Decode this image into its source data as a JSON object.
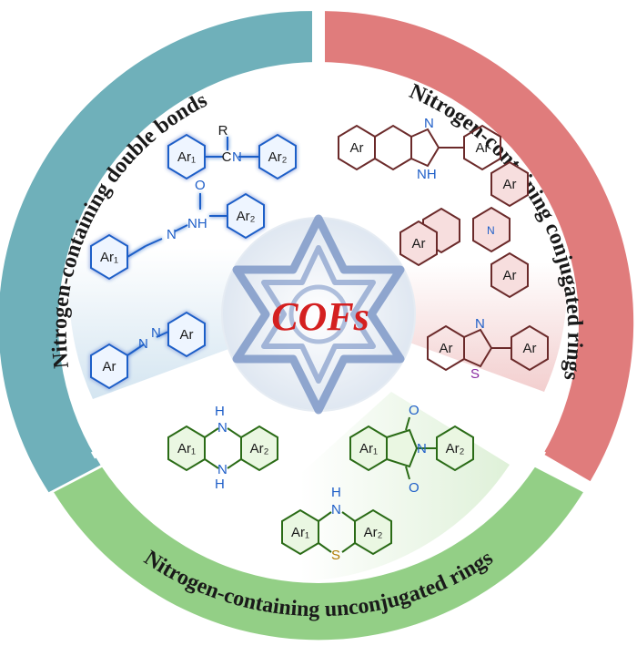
{
  "center": {
    "label": "COFs"
  },
  "sectors": [
    {
      "id": "double-bonds",
      "title": "Nitrogen-containing double bonds",
      "color": "#6fb0ba"
    },
    {
      "id": "conjugated-rings",
      "title": "Nitrogen-containing conjugated rings",
      "color": "#e07c7c"
    },
    {
      "id": "unconjugated-rings",
      "title": "Nitrogen-containing unconjugated rings",
      "color": "#93cf86"
    }
  ],
  "structures": {
    "imine": {
      "ar1": "Ar₁",
      "ar2": "Ar₂",
      "r": "R",
      "c": "C",
      "n": "N"
    },
    "hydrazone": {
      "ar1": "Ar₁",
      "ar2": "Ar₂",
      "o": "O",
      "n": "N",
      "nh": "NH"
    },
    "azo": {
      "ar": "Ar",
      "n1": "N",
      "n2": "N"
    },
    "imidazole": {
      "ar_left": "Ar",
      "ar_right": "Ar",
      "n": "N",
      "nh": "NH"
    },
    "triazine": {
      "ar_top": "Ar",
      "ar_left": "Ar",
      "ar_bottom": "Ar",
      "n": "N"
    },
    "thiazole": {
      "ar_left": "Ar",
      "ar_right": "Ar",
      "n": "N",
      "s": "S"
    },
    "phenazine": {
      "ar1": "Ar₁",
      "ar2": "Ar₂",
      "h": "H",
      "n": "N"
    },
    "imide": {
      "ar1": "Ar₁",
      "ar2": "Ar₂",
      "o": "O",
      "n": "N"
    },
    "phenothiazine": {
      "ar1": "Ar₁",
      "ar2": "Ar₂",
      "h": "H",
      "n": "N",
      "s": "S"
    }
  },
  "colors": {
    "blue_mol": "#1f5fc8",
    "red_mol": "#6b2a2a",
    "green_mol": "#2a6b16",
    "cofs_text": "#d42020",
    "snowflake": "#7f99c8"
  }
}
